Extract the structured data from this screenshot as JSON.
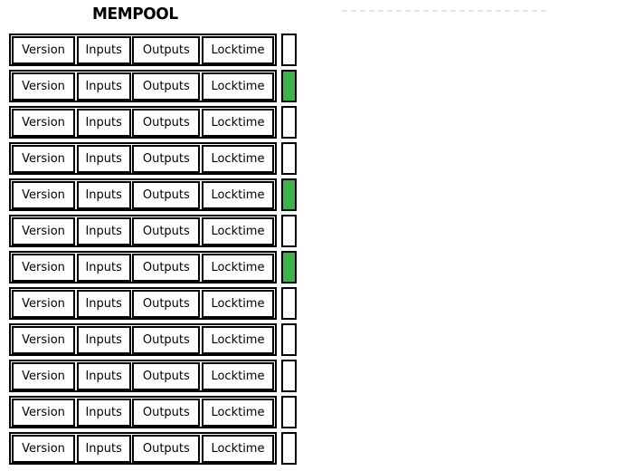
{
  "title": "MEMPOOL",
  "colors": {
    "indicator_green": "#3cb34a",
    "indicator_white": "#ffffff",
    "box_border": "#000000",
    "dashed_line": "#e7e7e7"
  },
  "mempool": {
    "field_labels": [
      "Version",
      "Inputs",
      "Outputs",
      "Locktime"
    ],
    "transactions": [
      {
        "indicator": "white"
      },
      {
        "indicator": "green"
      },
      {
        "indicator": "white"
      },
      {
        "indicator": "white"
      },
      {
        "indicator": "green"
      },
      {
        "indicator": "white"
      },
      {
        "indicator": "green"
      },
      {
        "indicator": "white"
      },
      {
        "indicator": "white"
      },
      {
        "indicator": "white"
      },
      {
        "indicator": "white"
      },
      {
        "indicator": "white"
      }
    ]
  }
}
